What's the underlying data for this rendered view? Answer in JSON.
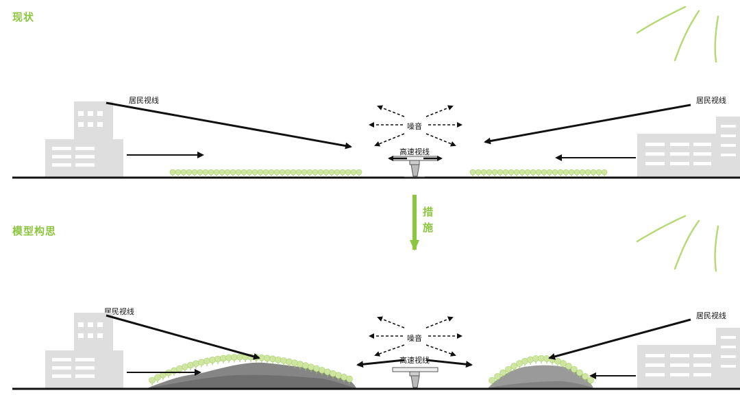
{
  "sections": {
    "current_title": "现状",
    "concept_title": "模型构思"
  },
  "labels": {
    "resident_view": "居民视线",
    "noise": "噪音",
    "highway_view": "高速视线"
  },
  "transition": {
    "line1": "措",
    "line2": "施"
  },
  "colors": {
    "accent_green": "#8cc63f",
    "building_gray": "#dedede",
    "ground_line": "#111111",
    "mound_gray": "#8a8a8a",
    "tree_green": "#cfe6a0"
  }
}
